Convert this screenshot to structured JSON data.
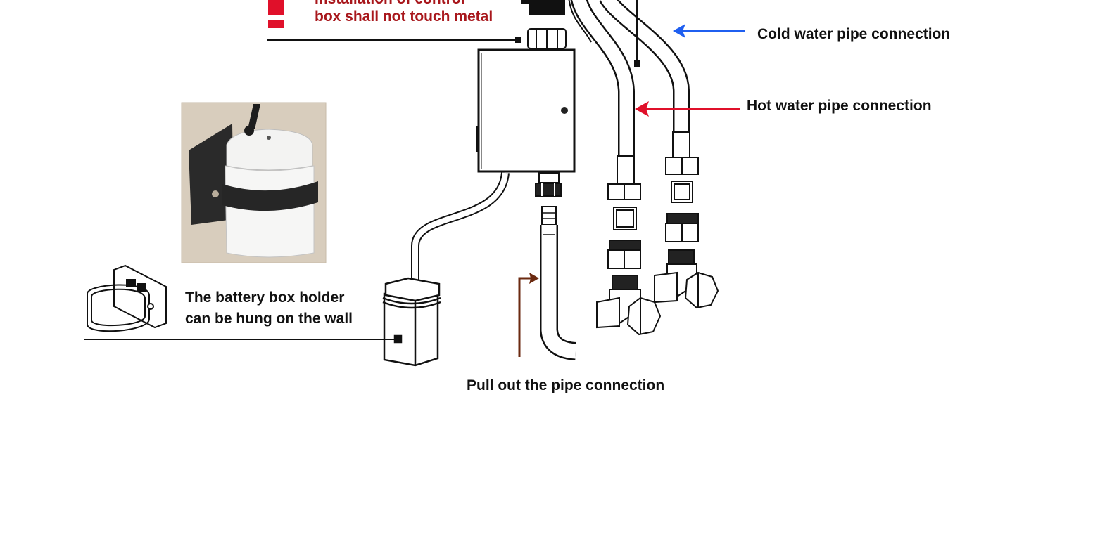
{
  "warning": {
    "line1": "Installation of control",
    "line2": "box shall not touch metal",
    "mark": "!"
  },
  "labels": {
    "cold": "Cold water pipe connection",
    "hot": "Hot water pipe connection",
    "battery_holder_line1": "The battery box holder",
    "battery_holder_line2": "can be hung on the wall",
    "pull_out": "Pull out the pipe connection"
  },
  "colors": {
    "cold_arrow": "#1f5ff0",
    "hot_arrow": "#e0102a",
    "pull_arrow": "#6b2a10",
    "warning_text": "#a8171c",
    "warning_mark": "#e0102a"
  }
}
